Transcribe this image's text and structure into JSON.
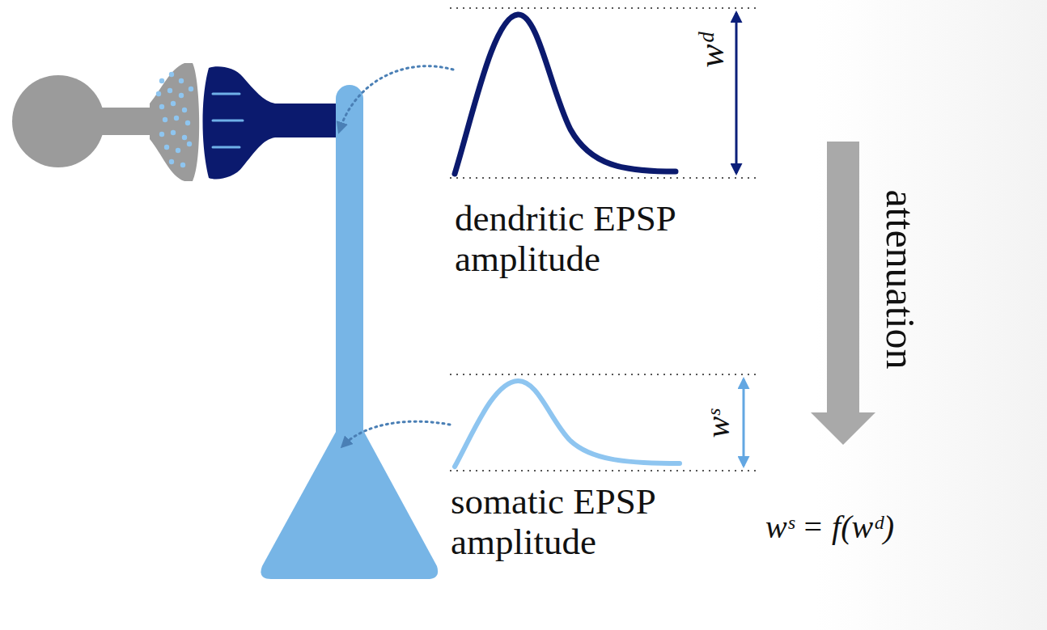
{
  "diagram": {
    "labels": [
      "wᵈ",
      "dendritic EPSP amplitude",
      "attenuation",
      "wˢ",
      "somatic EPSP amplitude",
      "wˢ = f(wᵈ)"
    ]
  }
}
